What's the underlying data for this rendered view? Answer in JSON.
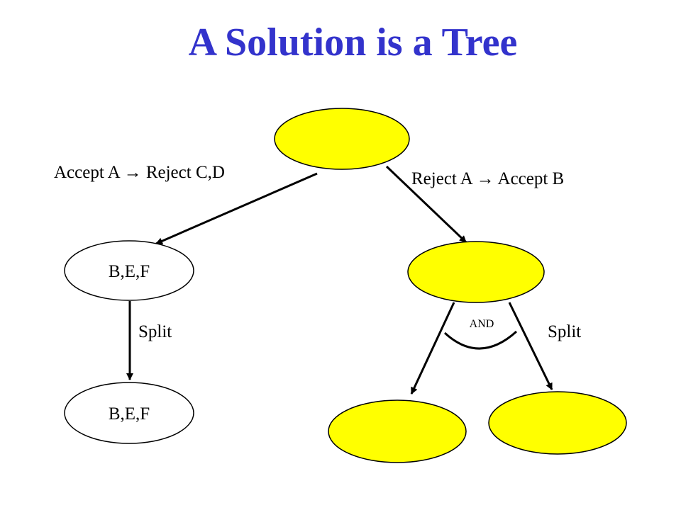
{
  "title": "A Solution is a Tree",
  "colors": {
    "title": "#3333cc",
    "highlight": "#ffff00",
    "plain": "#ffffff",
    "stroke": "#000000"
  },
  "edges": {
    "left_label": "Accept A → Reject C,D",
    "right_label": "Reject A → Accept B",
    "split_left": "Split",
    "split_right": "Split",
    "and_label": "AND"
  },
  "nodes": {
    "left_mid": "B,E,F",
    "left_bottom": "B,E,F"
  }
}
